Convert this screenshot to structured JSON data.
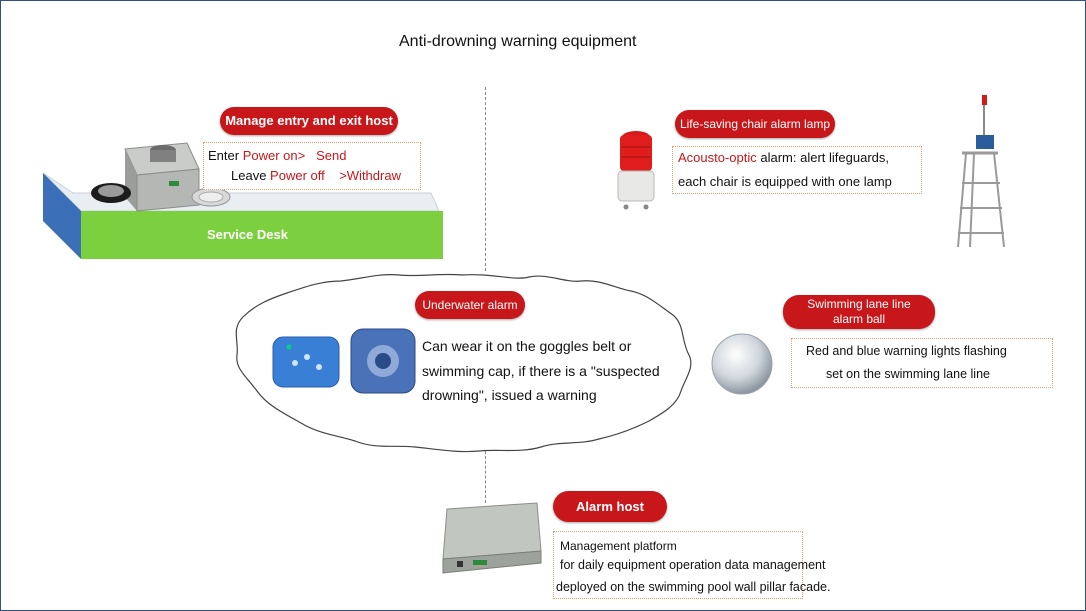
{
  "title": "Anti-drowning warning equipment",
  "entry_host": {
    "label": "Manage entry and exit host",
    "enter_word": "Enter",
    "enter_action": "Power on",
    "enter_arrow": ">",
    "enter_result": "Send",
    "leave_word": "Leave",
    "leave_action": "Power off",
    "leave_result": ">Withdraw",
    "desk_label": "Service Desk"
  },
  "chair_lamp": {
    "label": "Life-saving chair alarm lamp",
    "line1_red": "Acousto-optic",
    "line1_rest": " alarm: alert lifeguards,",
    "line2": "each chair is equipped with one lamp"
  },
  "underwater": {
    "label": "Underwater alarm",
    "line1": "Can wear it on the goggles belt or",
    "line2": "swimming cap, if there is a \"suspected",
    "line3": "drowning\", issued a warning"
  },
  "lane_ball": {
    "label_line1": "Swimming lane line",
    "label_line2": "alarm ball",
    "line1": "Red and blue warning lights flashing",
    "line2": "set on the swimming lane line"
  },
  "alarm_host": {
    "label": "Alarm host",
    "line1": "Management platform",
    "line2": " for daily equipment operation data management",
    "line3": "deployed on the swimming pool wall pillar facade."
  },
  "colors": {
    "accent_red": "#c8171b",
    "desk_green": "#7ccf3e",
    "desk_blue": "#3b70b8",
    "frame_blue": "#2f4f86"
  }
}
